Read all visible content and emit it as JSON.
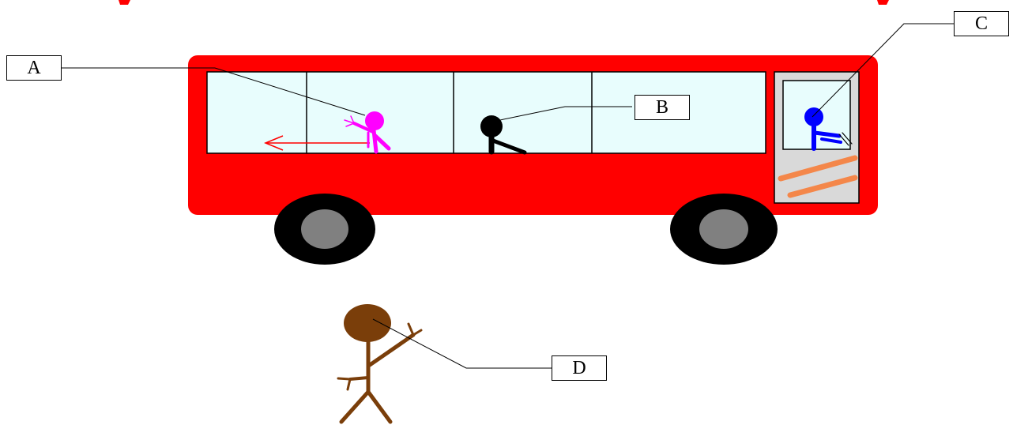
{
  "labels": {
    "a": "A",
    "b": "B",
    "c": "C",
    "d": "D"
  },
  "colors": {
    "bus_body": "#ff0000",
    "window_glass": "#e8fdfd",
    "wheel_tire": "#000000",
    "wheel_hub": "#808080",
    "door_panel": "#d9d9d9",
    "door_stripes": "#f4874a",
    "person_a": "#ff00ff",
    "person_b": "#000000",
    "person_c": "#0000ff",
    "person_d": "#7a3e0a",
    "motion_arrow": "#ff0000"
  }
}
